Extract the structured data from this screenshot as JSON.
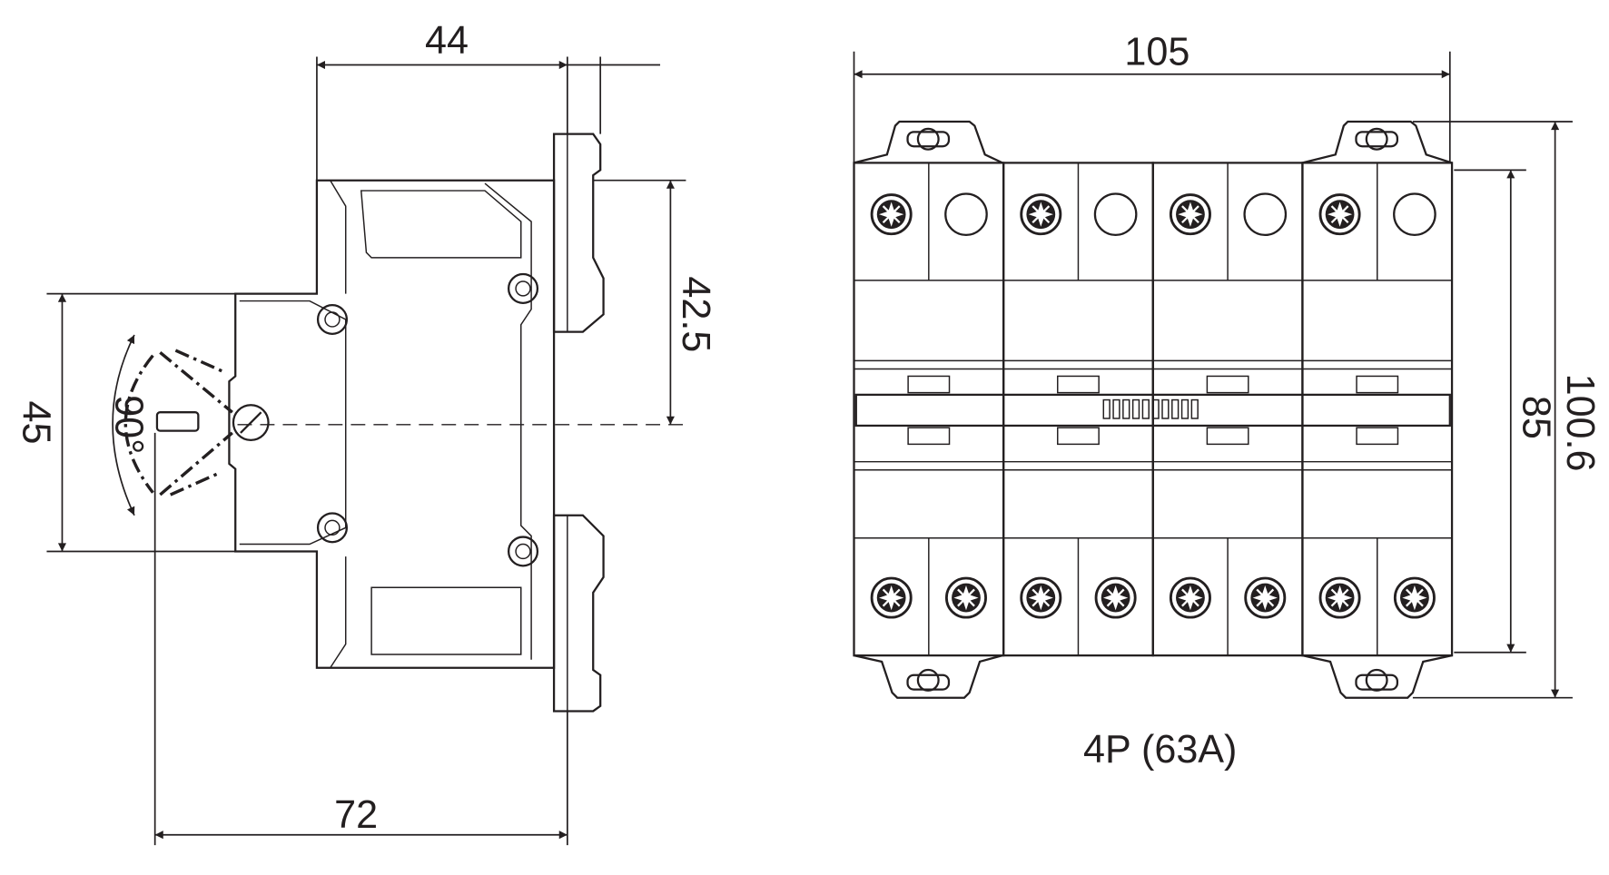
{
  "side_view": {
    "dim_width_top": "44",
    "dim_width_bottom": "72",
    "dim_height_left": "45",
    "dim_height_right": "42.5",
    "dim_angle": "90°"
  },
  "front_view": {
    "dim_width": "105",
    "dim_height_inner": "85",
    "dim_height_outer": "100.6",
    "caption": "4P (63A)",
    "poles": 4
  },
  "colors": {
    "line": "#231f20",
    "background": "#ffffff"
  }
}
